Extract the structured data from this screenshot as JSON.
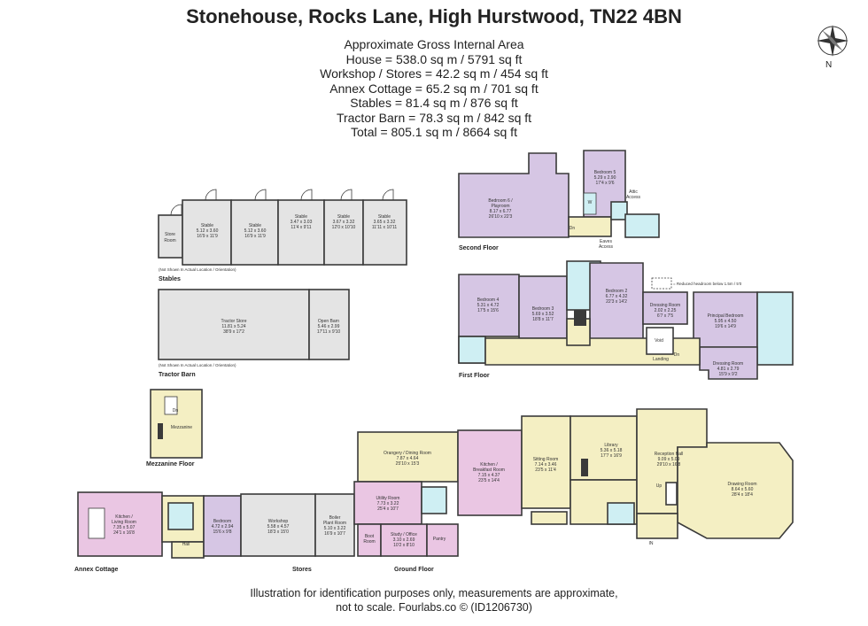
{
  "header": {
    "title": "Stonehouse, Rocks Lane, High Hurstwood, TN22 4BN"
  },
  "areas": {
    "heading": "Approximate Gross Internal Area",
    "house": "House = 538.0 sq m / 5791 sq ft",
    "workshop": "Workshop / Stores = 42.2 sq m / 454 sq ft",
    "annex": "Annex Cottage = 65.2 sq m / 701 sq ft",
    "stables": "Stables = 81.4 sq m / 876 sq ft",
    "barn": "Tractor Barn = 78.3 sq m / 842 sq ft",
    "total": "Total = 805.1 sq m / 8664 sq ft"
  },
  "compass": {
    "label": "N"
  },
  "colors": {
    "wall": "#3a3a3a",
    "purple": "#d6c6e4",
    "pink": "#eac6e3",
    "yellow": "#f4efc3",
    "cyan": "#cfeff3",
    "grey": "#e4e4e4",
    "stair": "#f4efc3"
  },
  "sections": {
    "second_floor": "Second Floor",
    "first_floor": "First Floor",
    "ground_floor": "Ground Floor",
    "stables": "Stables",
    "tractor_barn": "Tractor Barn",
    "mezzanine_floor": "Mezzanine Floor",
    "annex_cottage": "Annex Cottage",
    "stores": "Stores"
  },
  "notes": {
    "not_shown_stables": "(Not Shown In Actual Location / Orientation)",
    "not_shown_barn": "(Not Shown In Actual Location / Orientation)",
    "headroom": "= Reduced headroom below 1.5m / 5'0"
  },
  "rooms": {
    "store_room": [
      "Store",
      "Room"
    ],
    "stable1": [
      "Stable",
      "5.12 x 3.60",
      "16'9 x 11'9"
    ],
    "stable2": [
      "Stable",
      "5.12 x 3.60",
      "16'9 x 11'9"
    ],
    "stable3": [
      "Stable",
      "3.47 x 3.03",
      "11'4 x 9'11"
    ],
    "stable4": [
      "Stable",
      "3.67 x 3.32",
      "12'0 x 10'10"
    ],
    "stable5": [
      "Stable",
      "3.65 x 3.32",
      "11'11 x 10'11"
    ],
    "tractor_store": [
      "Tractor Store",
      "11.81 x 5.24",
      "38'9 x 17'2"
    ],
    "open_barn": [
      "Open Barn",
      "5.46 x 2.99",
      "17'11 x 9'10"
    ],
    "mezzanine": [
      "Mezzanine"
    ],
    "bedroom6": [
      "Bedroom 6 /",
      "Playroom",
      "8.17 x 6.77",
      "26'10 x 22'3"
    ],
    "bedroom5": [
      "Bedroom 5",
      "5.29 x 2.90",
      "17'4 x 9'6"
    ],
    "attic": [
      "Attic",
      "Access"
    ],
    "eaves": [
      "Eaves",
      "Access"
    ],
    "bedroom4": [
      "Bedroom 4",
      "5.31 x 4.72",
      "17'5 x 15'6"
    ],
    "bedroom3": [
      "Bedroom 3",
      "5.69 x 3.52",
      "18'8 x 11'7"
    ],
    "bedroom2": [
      "Bedroom 2",
      "6.77 x 4.32",
      "22'3 x 14'2"
    ],
    "dressing1": [
      "Dressing Room",
      "2.02 x 2.25",
      "6'7 x 7'5"
    ],
    "principal": [
      "Principal Bedroom",
      "5.95 x 4.50",
      "19'6 x 14'9"
    ],
    "dressing2": [
      "Dressing Room",
      "4.81 x 2.79",
      "15'9 x 9'2"
    ],
    "void": [
      "Void"
    ],
    "landing": [
      "Landing"
    ],
    "annex_kitchen": [
      "Kitchen /",
      "Living Room",
      "7.35 x 5.07",
      "24'1 x 16'8"
    ],
    "hall": [
      "Hall"
    ],
    "annex_bedroom": [
      "Bedroom",
      "4.72 x 2.94",
      "15'6 x 9'8"
    ],
    "workshop": [
      "Workshop",
      "5.58 x 4.57",
      "18'3 x 15'0"
    ],
    "boiler": [
      "Boiler",
      "Plant Room",
      "5.10 x 3.22",
      "16'9 x 10'7"
    ],
    "orangery": [
      "Orangery / Dining Room",
      "7.87 x 4.64",
      "25'10 x 15'3"
    ],
    "utility": [
      "Utility Room",
      "7.73 x 3.22",
      "25'4 x 10'7"
    ],
    "boot": [
      "Boot",
      "Room"
    ],
    "study": [
      "Study / Office",
      "3.10 x 2.69",
      "10'2 x 8'10"
    ],
    "pantry": [
      "Pantry"
    ],
    "kitchen": [
      "Kitchen /",
      "Breakfast Room",
      "7.15 x 4.37",
      "23'5 x 14'4"
    ],
    "sitting": [
      "Sitting Room",
      "7.14 x 3.46",
      "23'5 x 11'4"
    ],
    "library": [
      "Library",
      "5.36 x 5.18",
      "17'7 x 16'9"
    ],
    "reception": [
      "Reception Hall",
      "9.09 x 5.09",
      "29'10 x 16'8"
    ],
    "drawing": [
      "Drawing Room",
      "8.64 x 5.60",
      "28'4 x 18'4"
    ]
  },
  "small_labels": {
    "up": "Up",
    "dn": "Dn",
    "in": "IN",
    "w": "W"
  },
  "footer": {
    "line1": "Illustration for identification purposes only, measurements are approximate,",
    "line2": "not to scale. Fourlabs.co © (ID1206730)"
  }
}
